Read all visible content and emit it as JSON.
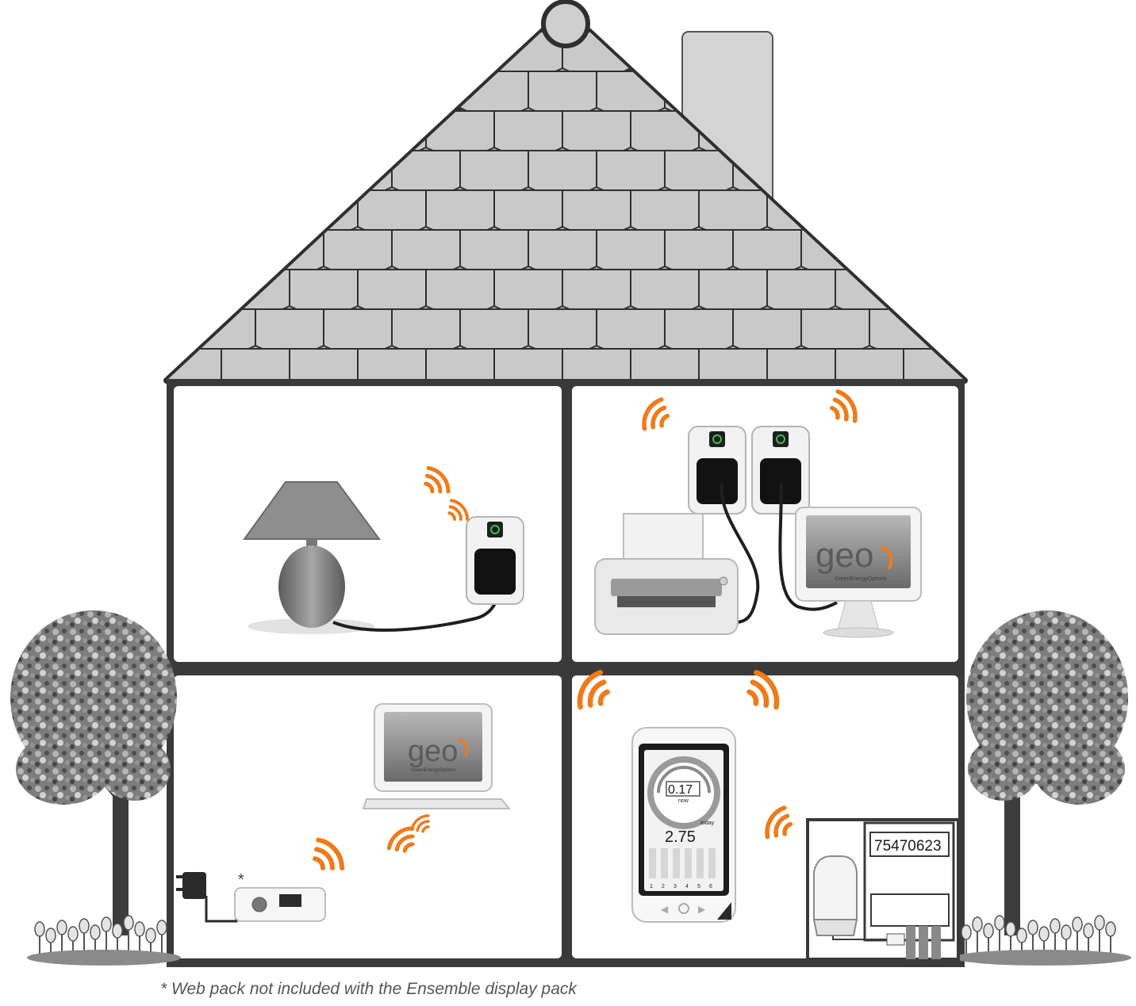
{
  "footnote": "* Web pack not included with the Ensemble display pack",
  "asterisk": "*",
  "brand": {
    "logo_text": "geo",
    "tagline": "GreenEnergyOptions"
  },
  "display": {
    "top_value": "0.17",
    "top_unit": "now",
    "bottom_value": "2.75",
    "bottom_unit": "today",
    "bar_labels": [
      "1",
      "2",
      "3",
      "4",
      "5",
      "6"
    ]
  },
  "meter": {
    "reading": "75470623"
  },
  "colors": {
    "signal": "#f07a1a",
    "wall": "#3a3a3a",
    "roof_tile": "#c9c9c9",
    "tree_canopy": "#6f6f6f",
    "led": "#37c24a"
  }
}
